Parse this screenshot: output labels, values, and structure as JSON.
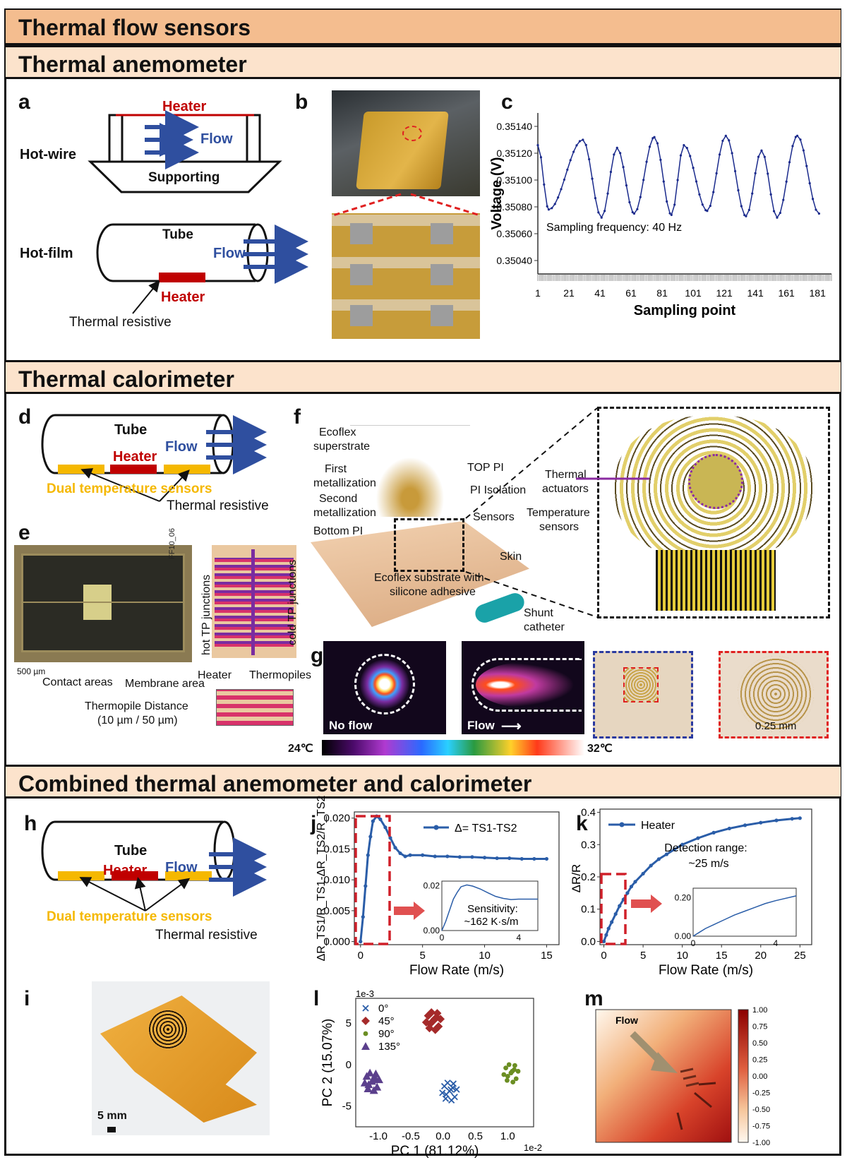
{
  "headers": {
    "main": "Thermal flow sensors",
    "anemometer": "Thermal anemometer",
    "calorimeter": "Thermal calorimeter",
    "combined": "Combined thermal anemometer and calorimeter"
  },
  "panel_letters": [
    "a",
    "b",
    "c",
    "d",
    "e",
    "f",
    "g",
    "h",
    "i",
    "j",
    "k",
    "l",
    "m"
  ],
  "panel_a": {
    "heater": "Heater",
    "flow": "Flow",
    "hot_wire": "Hot-wire",
    "supporting": "Supporting",
    "tube": "Tube",
    "hot_film": "Hot-film",
    "flow2": "Flow",
    "heater2": "Heater",
    "thermal_resistive": "Thermal resistive"
  },
  "panel_d": {
    "tube": "Tube",
    "heater": "Heater",
    "flow": "Flow",
    "dual": "Dual temperature sensors",
    "thermal_resistive": "Thermal resistive"
  },
  "panel_h": {
    "tube": "Tube",
    "heater": "Heater",
    "flow": "Flow",
    "dual": "Dual temperature sensors",
    "thermal_resistive": "Thermal resistive"
  },
  "panel_e": {
    "chip_label": "FF10_06",
    "scale": "500 µm",
    "contact": "Contact areas",
    "membrane": "Membrane area",
    "hot_tp": "hot TP junctions",
    "cold_tp": "cold TP junctions",
    "heater": "Heater",
    "thermopiles": "Thermopiles",
    "distance1": "Thermopile Distance",
    "distance2": "(10 µm / 50 µm)"
  },
  "panel_f": {
    "ecoflex_sup1": "Ecoflex",
    "ecoflex_sup2": "superstrate",
    "first1": "First",
    "first2": "metallization",
    "second1": "Second",
    "second2": "metallization",
    "bottom": "Bottom PI",
    "top_pi": "TOP PI",
    "pi_iso": "PI Isolation",
    "sensors": "Sensors",
    "skin": "Skin",
    "substrate1": "Ecoflex substrate with",
    "substrate2": "silicone adhesive",
    "shunt1": "Shunt",
    "shunt2": "catheter",
    "actuators1": "Thermal",
    "actuators2": "actuators",
    "tempsens1": "Temperature",
    "tempsens2": "sensors"
  },
  "panel_g": {
    "no_flow": "No flow",
    "flow": "Flow",
    "scale": "0.25 mm",
    "cmin": "24℃",
    "cmax": "32℃"
  },
  "panel_i": {
    "scale": "5 mm"
  },
  "colors": {
    "header_main": "#f4bd8f",
    "header_sub": "#fce3cc",
    "heater": "#c00000",
    "flow": "#2f4f9f",
    "sensor": "#f5b800",
    "chart_blue": "#2a5da8",
    "line_c": "#1a2a8c"
  },
  "chart_data": [
    {
      "id": "c",
      "type": "line",
      "xlabel": "Sampling point",
      "ylabel": "Voltage (V)",
      "annotation": "Sampling frequency: 40 Hz",
      "xticks": [
        "1",
        "21",
        "41",
        "61",
        "81",
        "101",
        "121",
        "141",
        "161",
        "181"
      ],
      "yticks": [
        "0.35040",
        "0.35060",
        "0.35080",
        "0.35100",
        "0.35120",
        "0.35140"
      ],
      "xlim": [
        1,
        190
      ],
      "ylim": [
        0.3503,
        0.3515
      ],
      "peaks": [
        [
          1,
          0.35126
        ],
        [
          30,
          0.3513
        ],
        [
          52,
          0.35124
        ],
        [
          76,
          0.35132
        ],
        [
          95,
          0.35126
        ],
        [
          122,
          0.35133
        ],
        [
          145,
          0.35122
        ],
        [
          168,
          0.35133
        ]
      ],
      "troughs": [
        [
          8,
          0.35078
        ],
        [
          42,
          0.35072
        ],
        [
          63,
          0.35075
        ],
        [
          87,
          0.35074
        ],
        [
          110,
          0.35077
        ],
        [
          135,
          0.35073
        ],
        [
          155,
          0.35072
        ],
        [
          182,
          0.35075
        ]
      ]
    },
    {
      "id": "j",
      "type": "line",
      "xlabel": "Flow Rate (m/s)",
      "ylabel": "ΔR_TS1/R_TS1-ΔR_TS2/R_TS2",
      "legend": "Δ= TS1-TS2",
      "xticks": [
        "0",
        "5",
        "10",
        "15"
      ],
      "yticks": [
        "0.000",
        "0.005",
        "0.010",
        "0.015",
        "0.020"
      ],
      "xlim": [
        -0.5,
        16
      ],
      "ylim": [
        -0.0005,
        0.021
      ],
      "x": [
        0,
        0.2,
        0.4,
        0.6,
        0.8,
        1.0,
        1.3,
        1.6,
        2.0,
        2.4,
        2.8,
        3.2,
        3.6,
        4.0,
        5,
        6,
        7,
        8,
        9,
        10,
        11,
        12,
        13,
        14,
        15
      ],
      "y": [
        0.0,
        0.004,
        0.009,
        0.014,
        0.017,
        0.0195,
        0.0203,
        0.0198,
        0.0185,
        0.0168,
        0.0152,
        0.0143,
        0.0138,
        0.014,
        0.014,
        0.0138,
        0.0138,
        0.0137,
        0.0137,
        0.0136,
        0.0135,
        0.0135,
        0.0134,
        0.0134,
        0.0134
      ],
      "inset": {
        "yticks": [
          "0.00",
          "0.02"
        ],
        "xticks": [
          "0",
          "4"
        ],
        "annotation1": "Sensitivity:",
        "annotation2": "~162 K·s/m"
      }
    },
    {
      "id": "k",
      "type": "line",
      "xlabel": "Flow Rate (m/s)",
      "ylabel": "ΔR/R",
      "legend": "Heater",
      "annotation1": "Detection range:",
      "annotation2": "~25 m/s",
      "xticks": [
        "0",
        "5",
        "10",
        "15",
        "20",
        "25"
      ],
      "yticks": [
        "0.0",
        "0.1",
        "0.2",
        "0.3",
        "0.4"
      ],
      "xlim": [
        -0.5,
        26.5
      ],
      "ylim": [
        -0.01,
        0.41
      ],
      "x": [
        0,
        0.3,
        0.6,
        1,
        1.5,
        2,
        2.5,
        3,
        3.5,
        4,
        5,
        6,
        7,
        8,
        9,
        10,
        12,
        14,
        16,
        18,
        20,
        22,
        24,
        25
      ],
      "y": [
        0.0,
        0.02,
        0.04,
        0.06,
        0.085,
        0.11,
        0.13,
        0.15,
        0.17,
        0.185,
        0.21,
        0.235,
        0.255,
        0.27,
        0.285,
        0.3,
        0.32,
        0.337,
        0.35,
        0.36,
        0.368,
        0.375,
        0.38,
        0.382
      ],
      "inset": {
        "yticks": [
          "0.00",
          "0.20"
        ],
        "xticks": [
          "0",
          "4"
        ]
      }
    },
    {
      "id": "l",
      "type": "scatter",
      "xlabel": "PC 1 (81.12%)",
      "ylabel": "PC 2 (15.07%)",
      "x_scale": "1e-2",
      "y_scale": "1e-3",
      "xticks": [
        "-1.0",
        "-0.5",
        "0.0",
        "0.5",
        "1.0"
      ],
      "yticks": [
        "-5",
        "0",
        "5"
      ],
      "xlim": [
        -1.35,
        1.4
      ],
      "ylim": [
        -7.5,
        8
      ],
      "series": [
        {
          "name": "0°",
          "marker": "x",
          "color": "#2a5da8",
          "center": [
            0.1,
            -3.2
          ]
        },
        {
          "name": "45°",
          "marker": "diamond",
          "color": "#a52a2a",
          "center": [
            -0.15,
            5.3
          ]
        },
        {
          "name": "90°",
          "marker": "circle",
          "color": "#6b8e23",
          "center": [
            1.05,
            -1.0
          ]
        },
        {
          "name": "135°",
          "marker": "triangle",
          "color": "#5b3f8c",
          "center": [
            -1.1,
            -2.0
          ]
        }
      ]
    },
    {
      "id": "m",
      "type": "heatmap",
      "label": "Flow",
      "colorbar_ticks": [
        "1.00",
        "0.75",
        "0.50",
        "0.25",
        "0.00",
        "-0.25",
        "-0.50",
        "-0.75",
        "-1.00"
      ]
    }
  ]
}
